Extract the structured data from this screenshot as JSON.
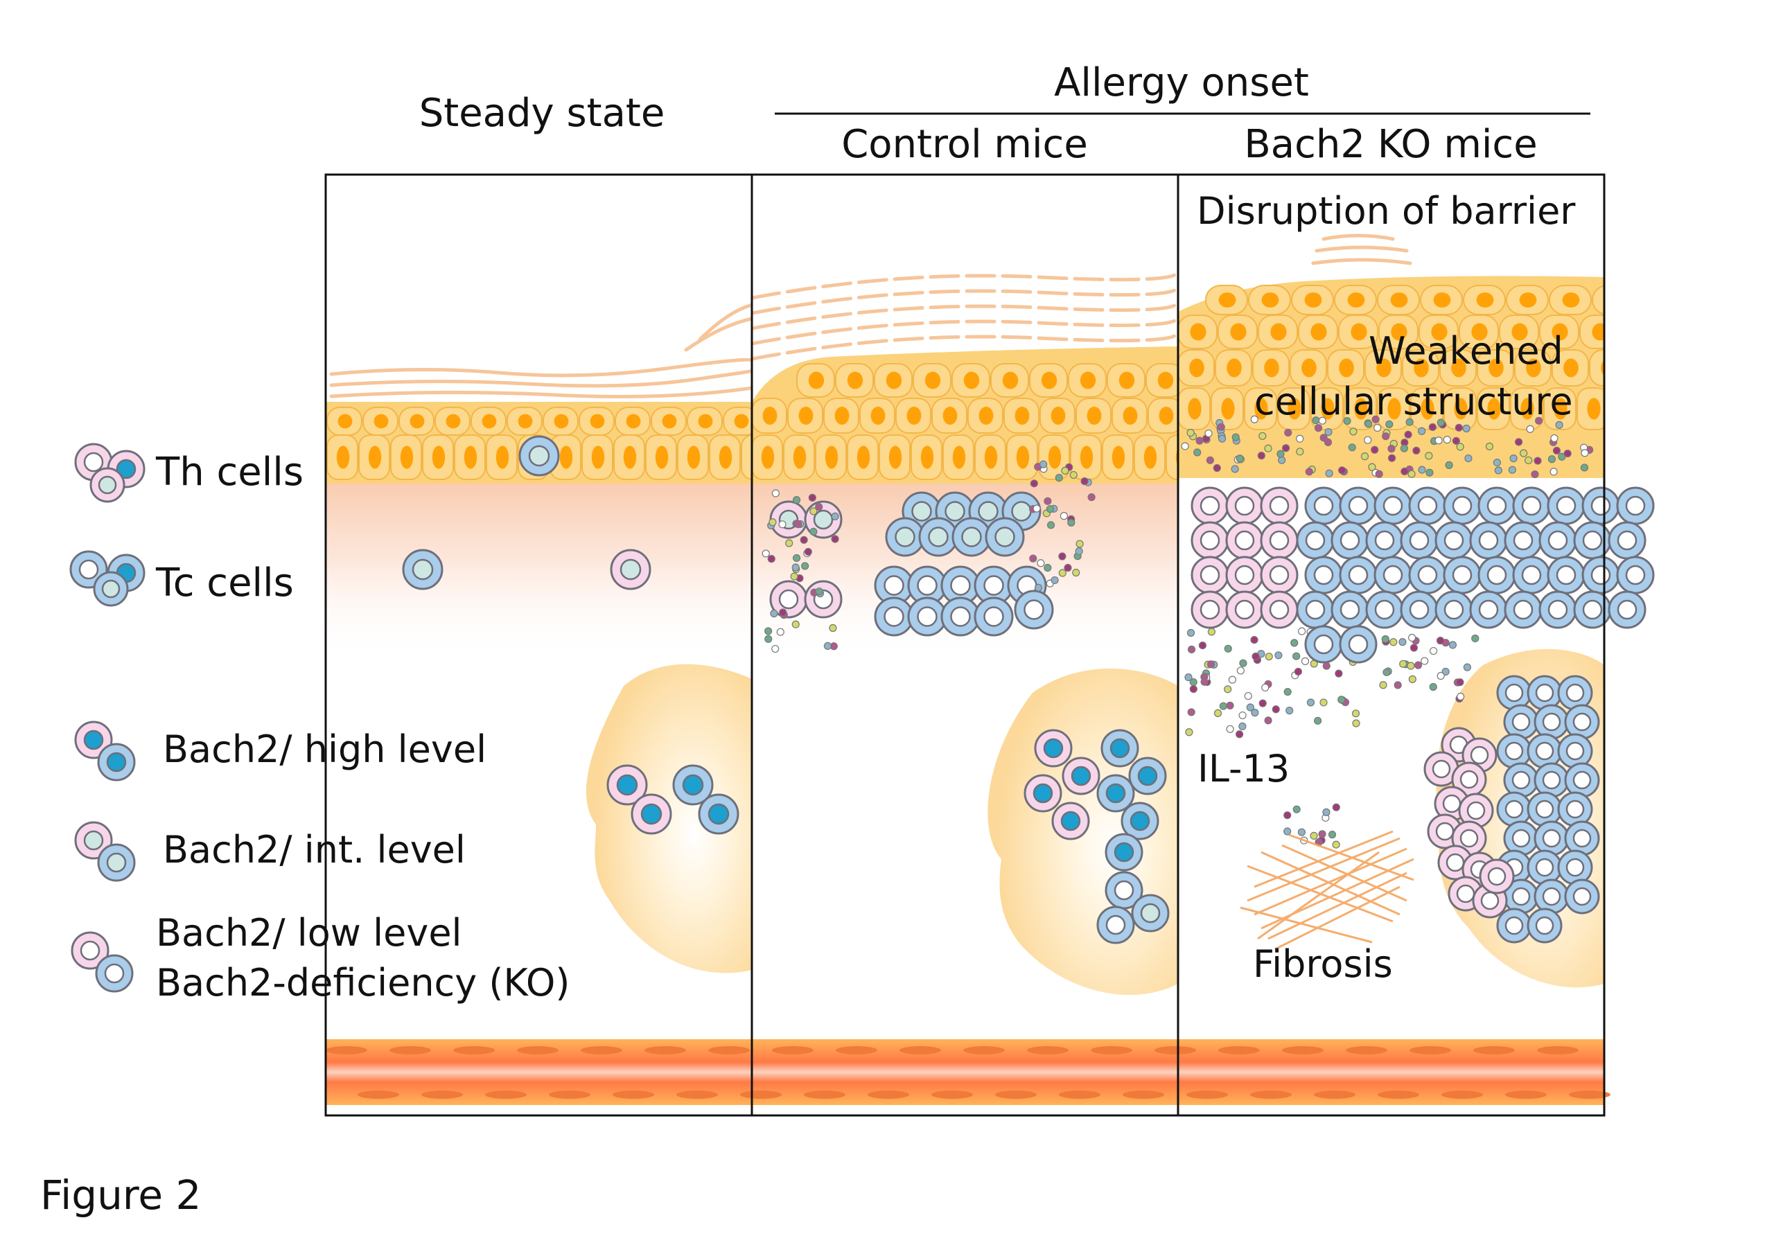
{
  "headers": {
    "steady": "Steady state",
    "allergy": "Allergy onset",
    "control": "Control mice",
    "ko": "Bach2 KO mice"
  },
  "legend": {
    "th": "Th cells",
    "tc": "Tc cells",
    "high": "Bach2/ high level",
    "int": "Bach2/ int. level",
    "low_line1": "Bach2/ low level",
    "low_line2": "Bach2-deficiency (KO)"
  },
  "annotations": {
    "barrier": "Disruption of barrier",
    "weakened_line1": "Weakened",
    "weakened_line2": "cellular structure",
    "il13": "IL-13",
    "fibrosis": "Fibrosis"
  },
  "figure_label": "Figure 2",
  "colors": {
    "th_fill": "#f7d6ea",
    "tc_fill": "#a9cdeb",
    "nucleus_high": "#1d9fcf",
    "nucleus_int": "#cfe7e3",
    "nucleus_low": "#ffffff",
    "epidermis": "#fbd27a",
    "epi_nucleus": "#ffa20a",
    "stratum_corneum": "#f6c59a",
    "vessel": "#ff8a4a",
    "fibrosis": "#f4a55e",
    "fat": "#fde2a4"
  }
}
